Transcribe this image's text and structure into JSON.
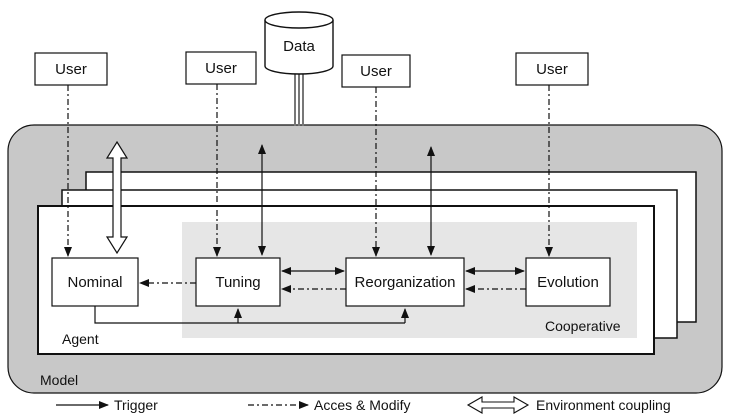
{
  "users": [
    "User",
    "User",
    "User",
    "User"
  ],
  "data_store": "Data",
  "model_label": "Model",
  "agent_label": "Agent",
  "cooperative_label": "Cooperative",
  "components": {
    "nominal": "Nominal",
    "tuning": "Tuning",
    "reorganization": "Reorganization",
    "evolution": "Evolution"
  },
  "legend": {
    "trigger": "Trigger",
    "access": "Acces & Modify",
    "coupling": "Environment coupling"
  },
  "colors": {
    "model_fill": "#c8c8c8",
    "cooperative_fill": "#e6e6e6",
    "stroke": "#111111"
  }
}
